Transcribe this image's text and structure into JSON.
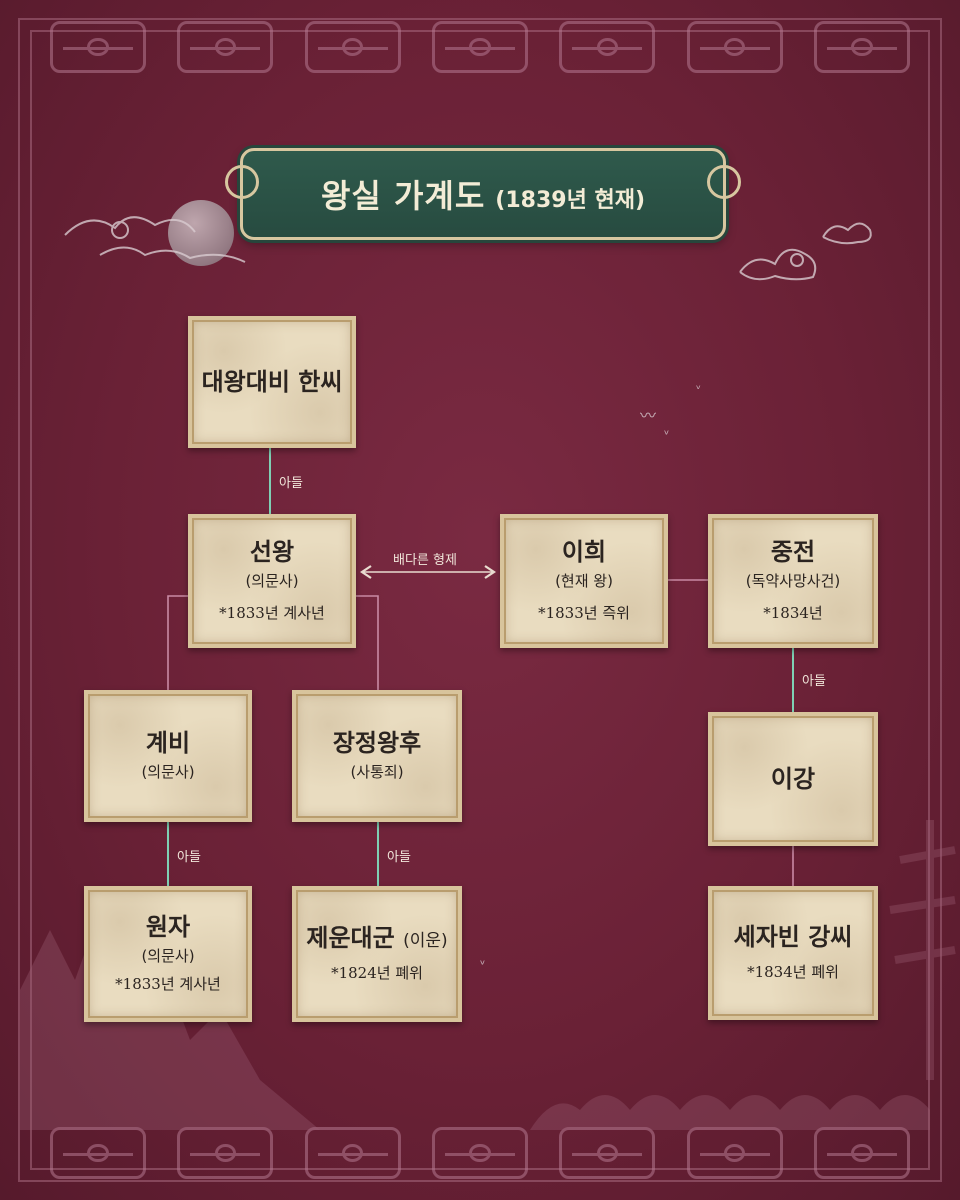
{
  "title": {
    "main": "왕실 가계도",
    "sub": "(1839년 현재)"
  },
  "colors": {
    "background": "#6b2338",
    "parchment": "#e9dcc0",
    "banner": "#2f5a4c",
    "line_green": "#7fd0b4",
    "line_pink": "#c98aa4"
  },
  "nodes": {
    "grand_queen": {
      "name": "대왕대비 한씨"
    },
    "former_king": {
      "name": "선왕",
      "role": "(의문사)",
      "note": "*1833년 계사년"
    },
    "lee_hee": {
      "name": "이희",
      "role": "(현재 왕)",
      "note": "*1833년 즉위"
    },
    "queen": {
      "name": "중전",
      "role": "(독약사망사건)",
      "note": "*1834년"
    },
    "gyebi": {
      "name": "계비",
      "role": "(의문사)"
    },
    "jangjeong": {
      "name": "장정왕후",
      "role": "(사통죄)"
    },
    "lee_gang": {
      "name": "이강"
    },
    "wonja": {
      "name": "원자",
      "role": "(의문사)",
      "note": "*1833년 계사년"
    },
    "jewoon": {
      "name": "제운대군",
      "name_suffix": "(이운)",
      "note": "*1824년 폐위"
    },
    "crown_princess": {
      "name": "세자빈 강씨",
      "note": "*1834년 폐위"
    }
  },
  "relations": {
    "son_1": "아들",
    "son_2": "아들",
    "son_3": "아들",
    "son_4": "아들",
    "half_brothers": "배다른 형제"
  }
}
